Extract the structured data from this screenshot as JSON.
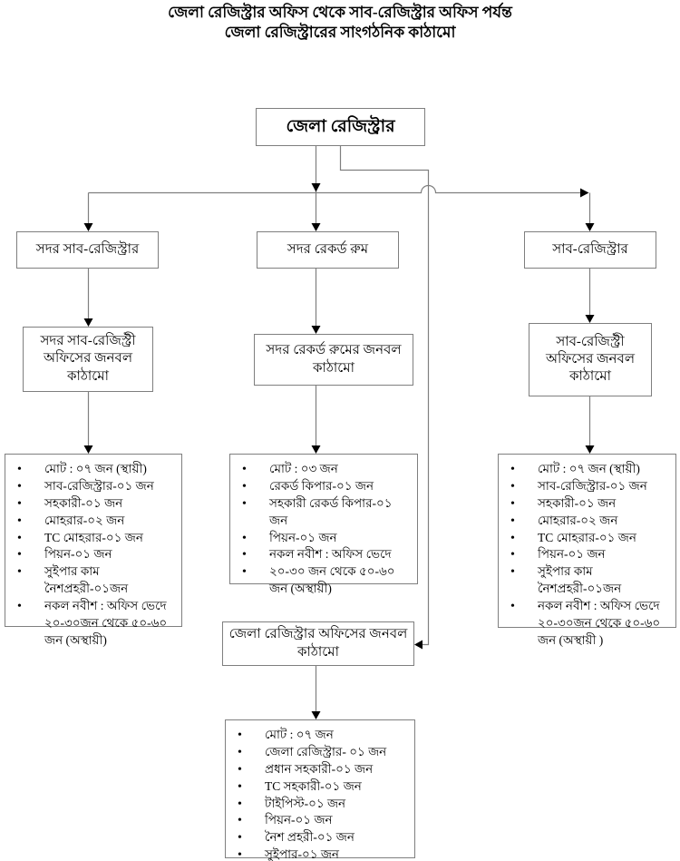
{
  "title": {
    "line1": "জেলা রেজিস্ট্রার অফিস থেকে সাব-রেজিস্ট্রার অফিস পর্যন্ত",
    "line2": "জেলা রেজিস্ট্রারের সাংগঠনিক কাঠামো"
  },
  "root": {
    "label": "জেলা রেজিস্ট্রার"
  },
  "branches": [
    {
      "office_label": "সদর সাব-রেজিস্ট্রার",
      "structure_label": "সদর সাব-রেজিস্ট্রী অফিসের জনবল কাঠামো",
      "staff": [
        "মোট : ০৭ জন (স্থায়ী)",
        "সাব-রেজিস্ট্রার-০১ জন",
        "সহকারী-০১ জন",
        "মোহরার-০২ জন",
        "TC মোহরার-০১ জন",
        "পিয়ন-০১ জন",
        "সুইপার কাম নৈশপ্রহরী-০১জন",
        "নকল নবীশ : অফিস ভেদে ২০-৩০জন থেকে ৫০-৬০ জন (অস্থায়ী)"
      ]
    },
    {
      "office_label": "সদর রেকর্ড রুম",
      "structure_label": "সদর রেকর্ড রুমের জনবল কাঠামো",
      "staff": [
        "মোট : ০৩ জন",
        "রেকর্ড কিপার-০১ জন",
        "সহকারী রেকর্ড কিপার-০১ জন",
        "পিয়ন-০১ জন",
        "নকল নবীশ : অফিস ভেদে",
        "২০-৩০ জন থেকে ৫০-৬০ জন (অস্থায়ী)"
      ]
    },
    {
      "office_label": "সাব-রেজিস্ট্রার",
      "structure_label": "সাব-রেজিস্ট্রী অফিসের জনবল কাঠামো",
      "staff": [
        "মোট : ০৭ জন (স্থায়ী)",
        "সাব-রেজিস্ট্রার-০১ জন",
        "সহকারী-০১ জন",
        "মোহরার-০২ জন",
        "TC মোহরার-০১ জন",
        "পিয়ন-০১ জন",
        "সুইপার কাম নৈশপ্রহরী-০১জন",
        "নকল নবীশ : অফিস ভেদে ২০-৩০জন থেকে ৫০-৬০ জন (অস্থায়ী )"
      ]
    }
  ],
  "district_office": {
    "label": "জেলা রেজিস্ট্রার অফিসের জনবল কাঠামো",
    "staff": [
      "মোট : ০৭ জন",
      "জেলা রেজিস্ট্রার- ০১ জন",
      "প্রধান সহকারী-০১ জন",
      "TC সহকারী-০১ জন",
      "টাইপিস্ট-০১ জন",
      "পিয়ন-০১ জন",
      "নৈশ প্রহরী-০১ জন",
      "সুইপার-০১ জন"
    ]
  },
  "colors": {
    "background": "#ffffff",
    "text": "#000000",
    "box_border": "#7f7f7f",
    "connector_line": "#7f7f7f",
    "arrowhead": "#000000"
  }
}
